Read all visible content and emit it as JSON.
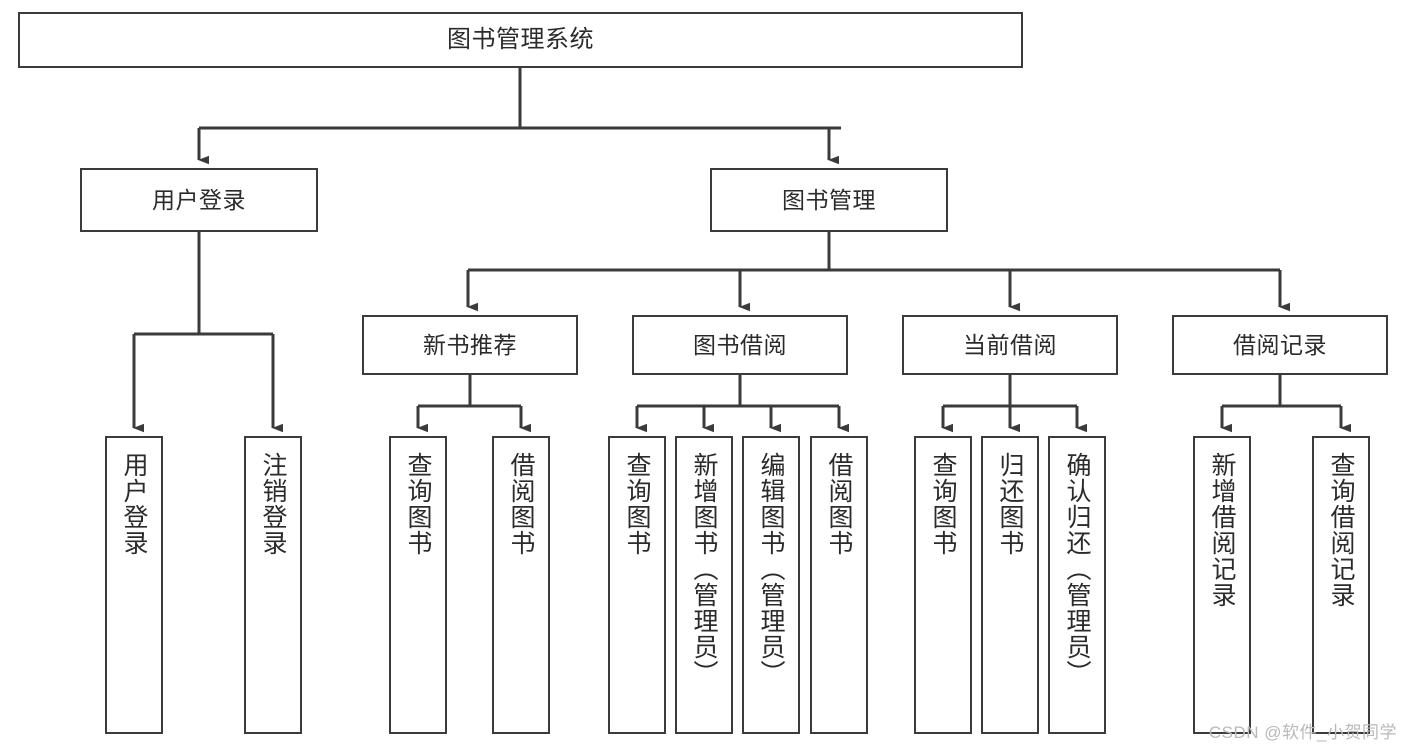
{
  "diagram": {
    "title": "图书管理系统",
    "watermark": "CSDN @软件_小贺同学",
    "edge_color": "#3b3b3b",
    "box_border_color": "#3b3b3b",
    "text_color": "#2b2b2b",
    "background": "#ffffff"
  },
  "nodes": {
    "root": {
      "label": "图书管理系统",
      "level": 1
    },
    "l2": [
      {
        "id": "user-login",
        "label": "用户登录",
        "level": 2
      },
      {
        "id": "book-manage",
        "label": "图书管理",
        "level": 2
      }
    ],
    "l3": [
      {
        "id": "new-book-rec",
        "label": "新书推荐",
        "level": 3,
        "parent": "book-manage"
      },
      {
        "id": "book-borrow",
        "label": "图书借阅",
        "level": 3,
        "parent": "book-manage"
      },
      {
        "id": "current-borrow",
        "label": "当前借阅",
        "level": 3,
        "parent": "book-manage"
      },
      {
        "id": "borrow-record",
        "label": "借阅记录",
        "level": 3,
        "parent": "book-manage"
      }
    ],
    "leaves": [
      {
        "id": "leaf-user-login",
        "label": "用户登录",
        "parent": "user-login"
      },
      {
        "id": "leaf-user-logout",
        "label": "注销登录",
        "parent": "user-login"
      },
      {
        "id": "leaf-query-book-1",
        "label": "查询图书",
        "parent": "new-book-rec"
      },
      {
        "id": "leaf-borrow-book-1",
        "label": "借阅图书",
        "parent": "new-book-rec"
      },
      {
        "id": "leaf-query-book-2",
        "label": "查询图书",
        "parent": "book-borrow"
      },
      {
        "id": "leaf-add-book",
        "label": "新增图书（管理员）",
        "parent": "book-borrow"
      },
      {
        "id": "leaf-edit-book",
        "label": "编辑图书（管理员）",
        "parent": "book-borrow"
      },
      {
        "id": "leaf-borrow-book-2",
        "label": "借阅图书",
        "parent": "book-borrow"
      },
      {
        "id": "leaf-query-book-3",
        "label": "查询图书",
        "parent": "current-borrow"
      },
      {
        "id": "leaf-return-book",
        "label": "归还图书",
        "parent": "current-borrow"
      },
      {
        "id": "leaf-confirm-return",
        "label": "确认归还（管理员）",
        "parent": "current-borrow"
      },
      {
        "id": "leaf-add-record",
        "label": "新增借阅记录",
        "parent": "borrow-record"
      },
      {
        "id": "leaf-query-record",
        "label": "查询借阅记录",
        "parent": "borrow-record"
      }
    ]
  },
  "chart_data": {
    "type": "diagram",
    "subtype": "tree-hierarchy",
    "title": "图书管理系统",
    "orientation": "top-down",
    "levels": 4,
    "tree": {
      "label": "图书管理系统",
      "children": [
        {
          "label": "用户登录",
          "children": [
            {
              "label": "用户登录"
            },
            {
              "label": "注销登录"
            }
          ]
        },
        {
          "label": "图书管理",
          "children": [
            {
              "label": "新书推荐",
              "children": [
                {
                  "label": "查询图书"
                },
                {
                  "label": "借阅图书"
                }
              ]
            },
            {
              "label": "图书借阅",
              "children": [
                {
                  "label": "查询图书"
                },
                {
                  "label": "新增图书（管理员）"
                },
                {
                  "label": "编辑图书（管理员）"
                },
                {
                  "label": "借阅图书"
                }
              ]
            },
            {
              "label": "当前借阅",
              "children": [
                {
                  "label": "查询图书"
                },
                {
                  "label": "归还图书"
                },
                {
                  "label": "确认归还（管理员）"
                }
              ]
            },
            {
              "label": "借阅记录",
              "children": [
                {
                  "label": "新增借阅记录"
                },
                {
                  "label": "查询借阅记录"
                }
              ]
            }
          ]
        }
      ]
    }
  }
}
